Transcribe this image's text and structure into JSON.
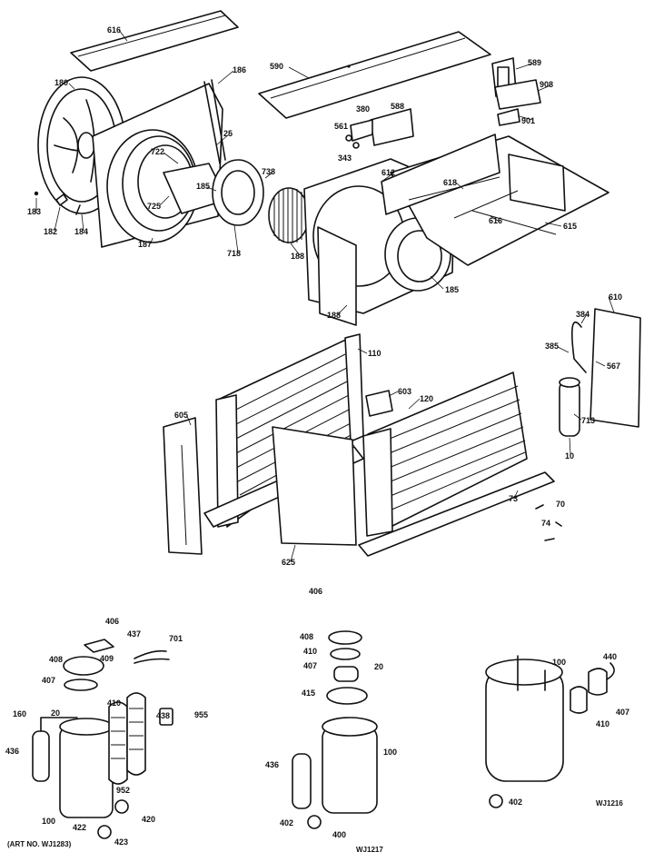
{
  "labels": {
    "p616": "616",
    "p590": "590",
    "p589": "589",
    "p908": "908",
    "p901": "901",
    "p180": "180",
    "p186": "186",
    "p25": "25",
    "p722": "722",
    "p725": "725",
    "p185a": "185",
    "p738": "738",
    "p612": "612",
    "p618": "618",
    "p615": "615",
    "p380": "380",
    "p588": "588",
    "p561": "561",
    "p343": "343",
    "p183": "183",
    "p182": "182",
    "p184": "184",
    "p187": "187",
    "p718": "718",
    "p188a": "188",
    "p616b": "616",
    "p185b": "185",
    "p188b": "188",
    "p110": "110",
    "p610": "610",
    "p384": "384",
    "p385": "385",
    "p567": "567",
    "p603": "603",
    "p120": "120",
    "p605": "605",
    "p713": "713",
    "p10": "10",
    "p73": "73",
    "p70": "70",
    "p74": "74",
    "p625": "625",
    "p406a": "406",
    "p437": "437",
    "p409": "409",
    "p701": "701",
    "p408a": "408",
    "p407a": "407",
    "p20a": "20",
    "p410a": "410",
    "p160": "160",
    "p438": "438",
    "p955": "955",
    "p436a": "436",
    "p952": "952",
    "p420": "420",
    "p100a": "100",
    "p422": "422",
    "p423": "423",
    "p406b": "406",
    "p408b": "408",
    "p410b": "410",
    "p407b": "407",
    "p20b": "20",
    "p415": "415",
    "p436b": "436",
    "p100b": "100",
    "p402b": "402",
    "p400": "400",
    "p100c": "100",
    "p440": "440",
    "p410c": "410",
    "p407c": "407",
    "p402c": "402"
  },
  "captions": {
    "art_no": "(ART NO. WJ1283)",
    "wj1217": "WJ1217",
    "wj1216": "WJ1216"
  }
}
